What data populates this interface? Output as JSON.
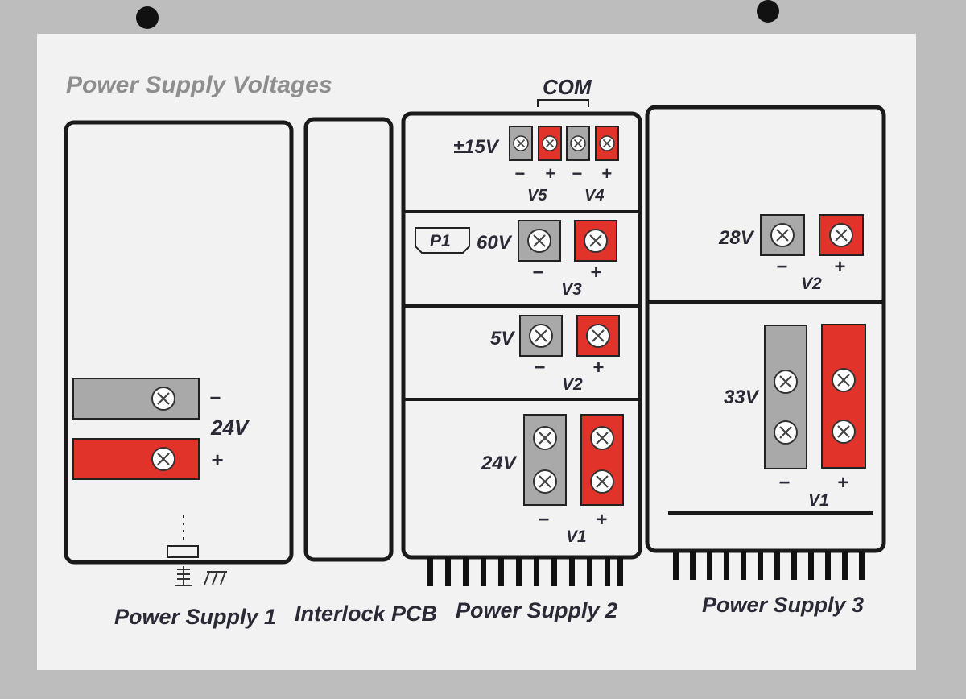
{
  "title": "Power Supply Voltages",
  "colors": {
    "plate": "#f2f2f2",
    "outline": "#1a1a1a",
    "negative_terminal": "#a9a9a9",
    "positive_terminal": "#e2332b",
    "title_text": "#8e8e8e",
    "label_text": "#2a2a36"
  },
  "symbols": {
    "minus": "−",
    "plus": "+"
  },
  "ps1": {
    "name": "Power Supply 1",
    "voltage": "24V"
  },
  "interlock": {
    "name": "Interlock PCB"
  },
  "ps2": {
    "name": "Power Supply 2",
    "com_label": "COM",
    "rows": {
      "r15": {
        "voltage": "±15V",
        "v5": "V5",
        "v4": "V4"
      },
      "r60": {
        "voltage": "60V",
        "connector": "P1",
        "output": "V3"
      },
      "r5": {
        "voltage": "5V",
        "output": "V2"
      },
      "r24": {
        "voltage": "24V",
        "output": "V1"
      }
    }
  },
  "ps3": {
    "name": "Power Supply 3",
    "rows": {
      "r28": {
        "voltage": "28V",
        "output": "V2"
      },
      "r33": {
        "voltage": "33V",
        "output": "V1"
      }
    }
  }
}
